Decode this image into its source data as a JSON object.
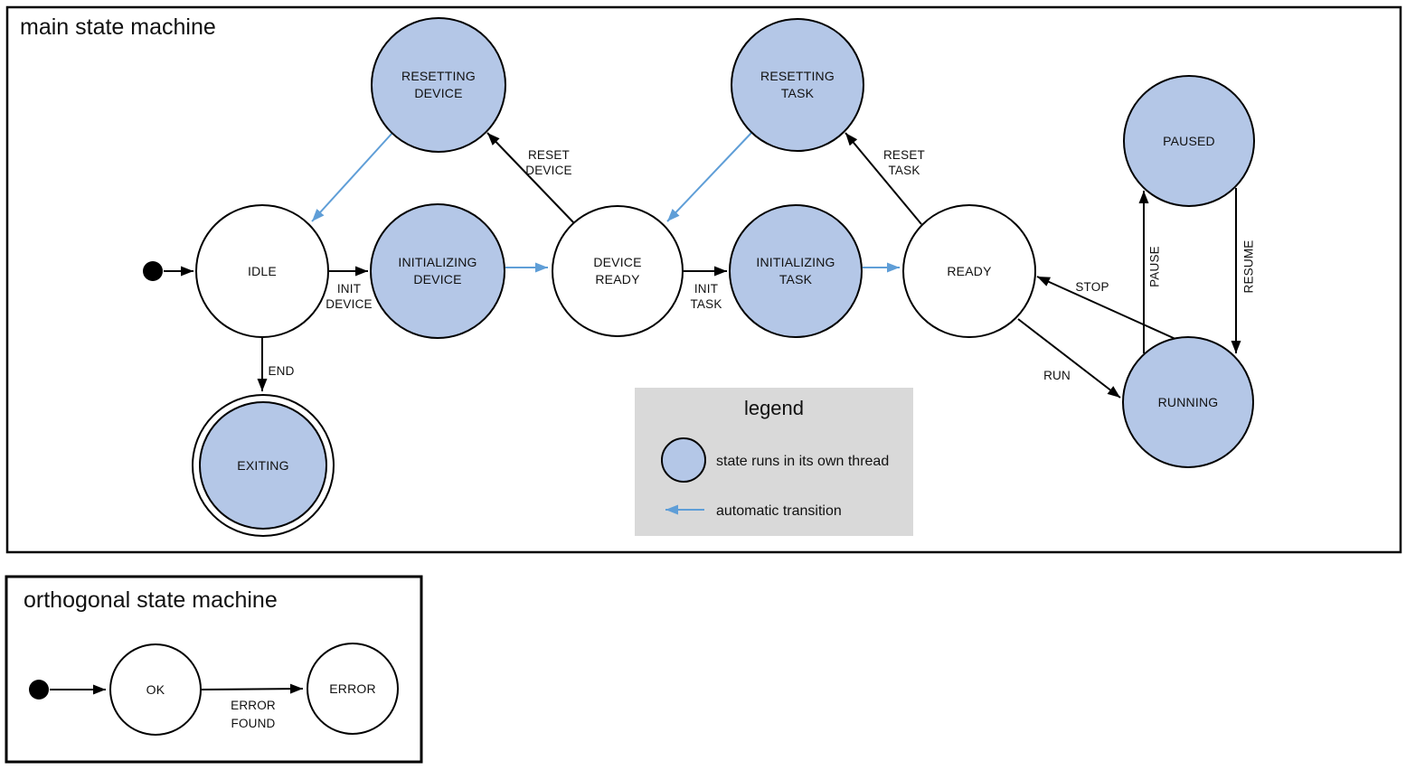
{
  "main_machine": {
    "title": "main state machine",
    "states": {
      "idle": {
        "label": "IDLE"
      },
      "resetting_device": {
        "line1": "RESETTING",
        "line2": "DEVICE"
      },
      "initializing_device": {
        "line1": "INITIALIZING",
        "line2": "DEVICE"
      },
      "device_ready": {
        "line1": "DEVICE",
        "line2": "READY"
      },
      "resetting_task": {
        "line1": "RESETTING",
        "line2": "TASK"
      },
      "initializing_task": {
        "line1": "INITIALIZING",
        "line2": "TASK"
      },
      "ready": {
        "label": "READY"
      },
      "paused": {
        "label": "PAUSED"
      },
      "running": {
        "label": "RUNNING"
      },
      "exiting": {
        "label": "EXITING"
      }
    },
    "transitions": {
      "init_device": {
        "line1": "INIT",
        "line2": "DEVICE"
      },
      "reset_device": {
        "line1": "RESET",
        "line2": "DEVICE"
      },
      "init_task": {
        "line1": "INIT",
        "line2": "TASK"
      },
      "reset_task": {
        "line1": "RESET",
        "line2": "TASK"
      },
      "end": {
        "label": "END"
      },
      "stop": {
        "label": "STOP"
      },
      "run": {
        "label": "RUN"
      },
      "pause": {
        "label": "PAUSE"
      },
      "resume": {
        "label": "RESUME"
      }
    }
  },
  "legend": {
    "title": "legend",
    "items": [
      {
        "label": "state runs in its own thread"
      },
      {
        "label": "automatic transition"
      }
    ]
  },
  "orthogonal_machine": {
    "title": "orthogonal state machine",
    "states": {
      "ok": {
        "label": "OK"
      },
      "error": {
        "label": "ERROR"
      }
    },
    "transitions": {
      "error_found": {
        "line1": "ERROR",
        "line2": "FOUND"
      }
    }
  },
  "colors": {
    "threaded_state_fill": "#b4c7e7",
    "automatic_transition": "#5f9ed7",
    "legend_background": "#d9d9d9",
    "outline": "#000000"
  }
}
